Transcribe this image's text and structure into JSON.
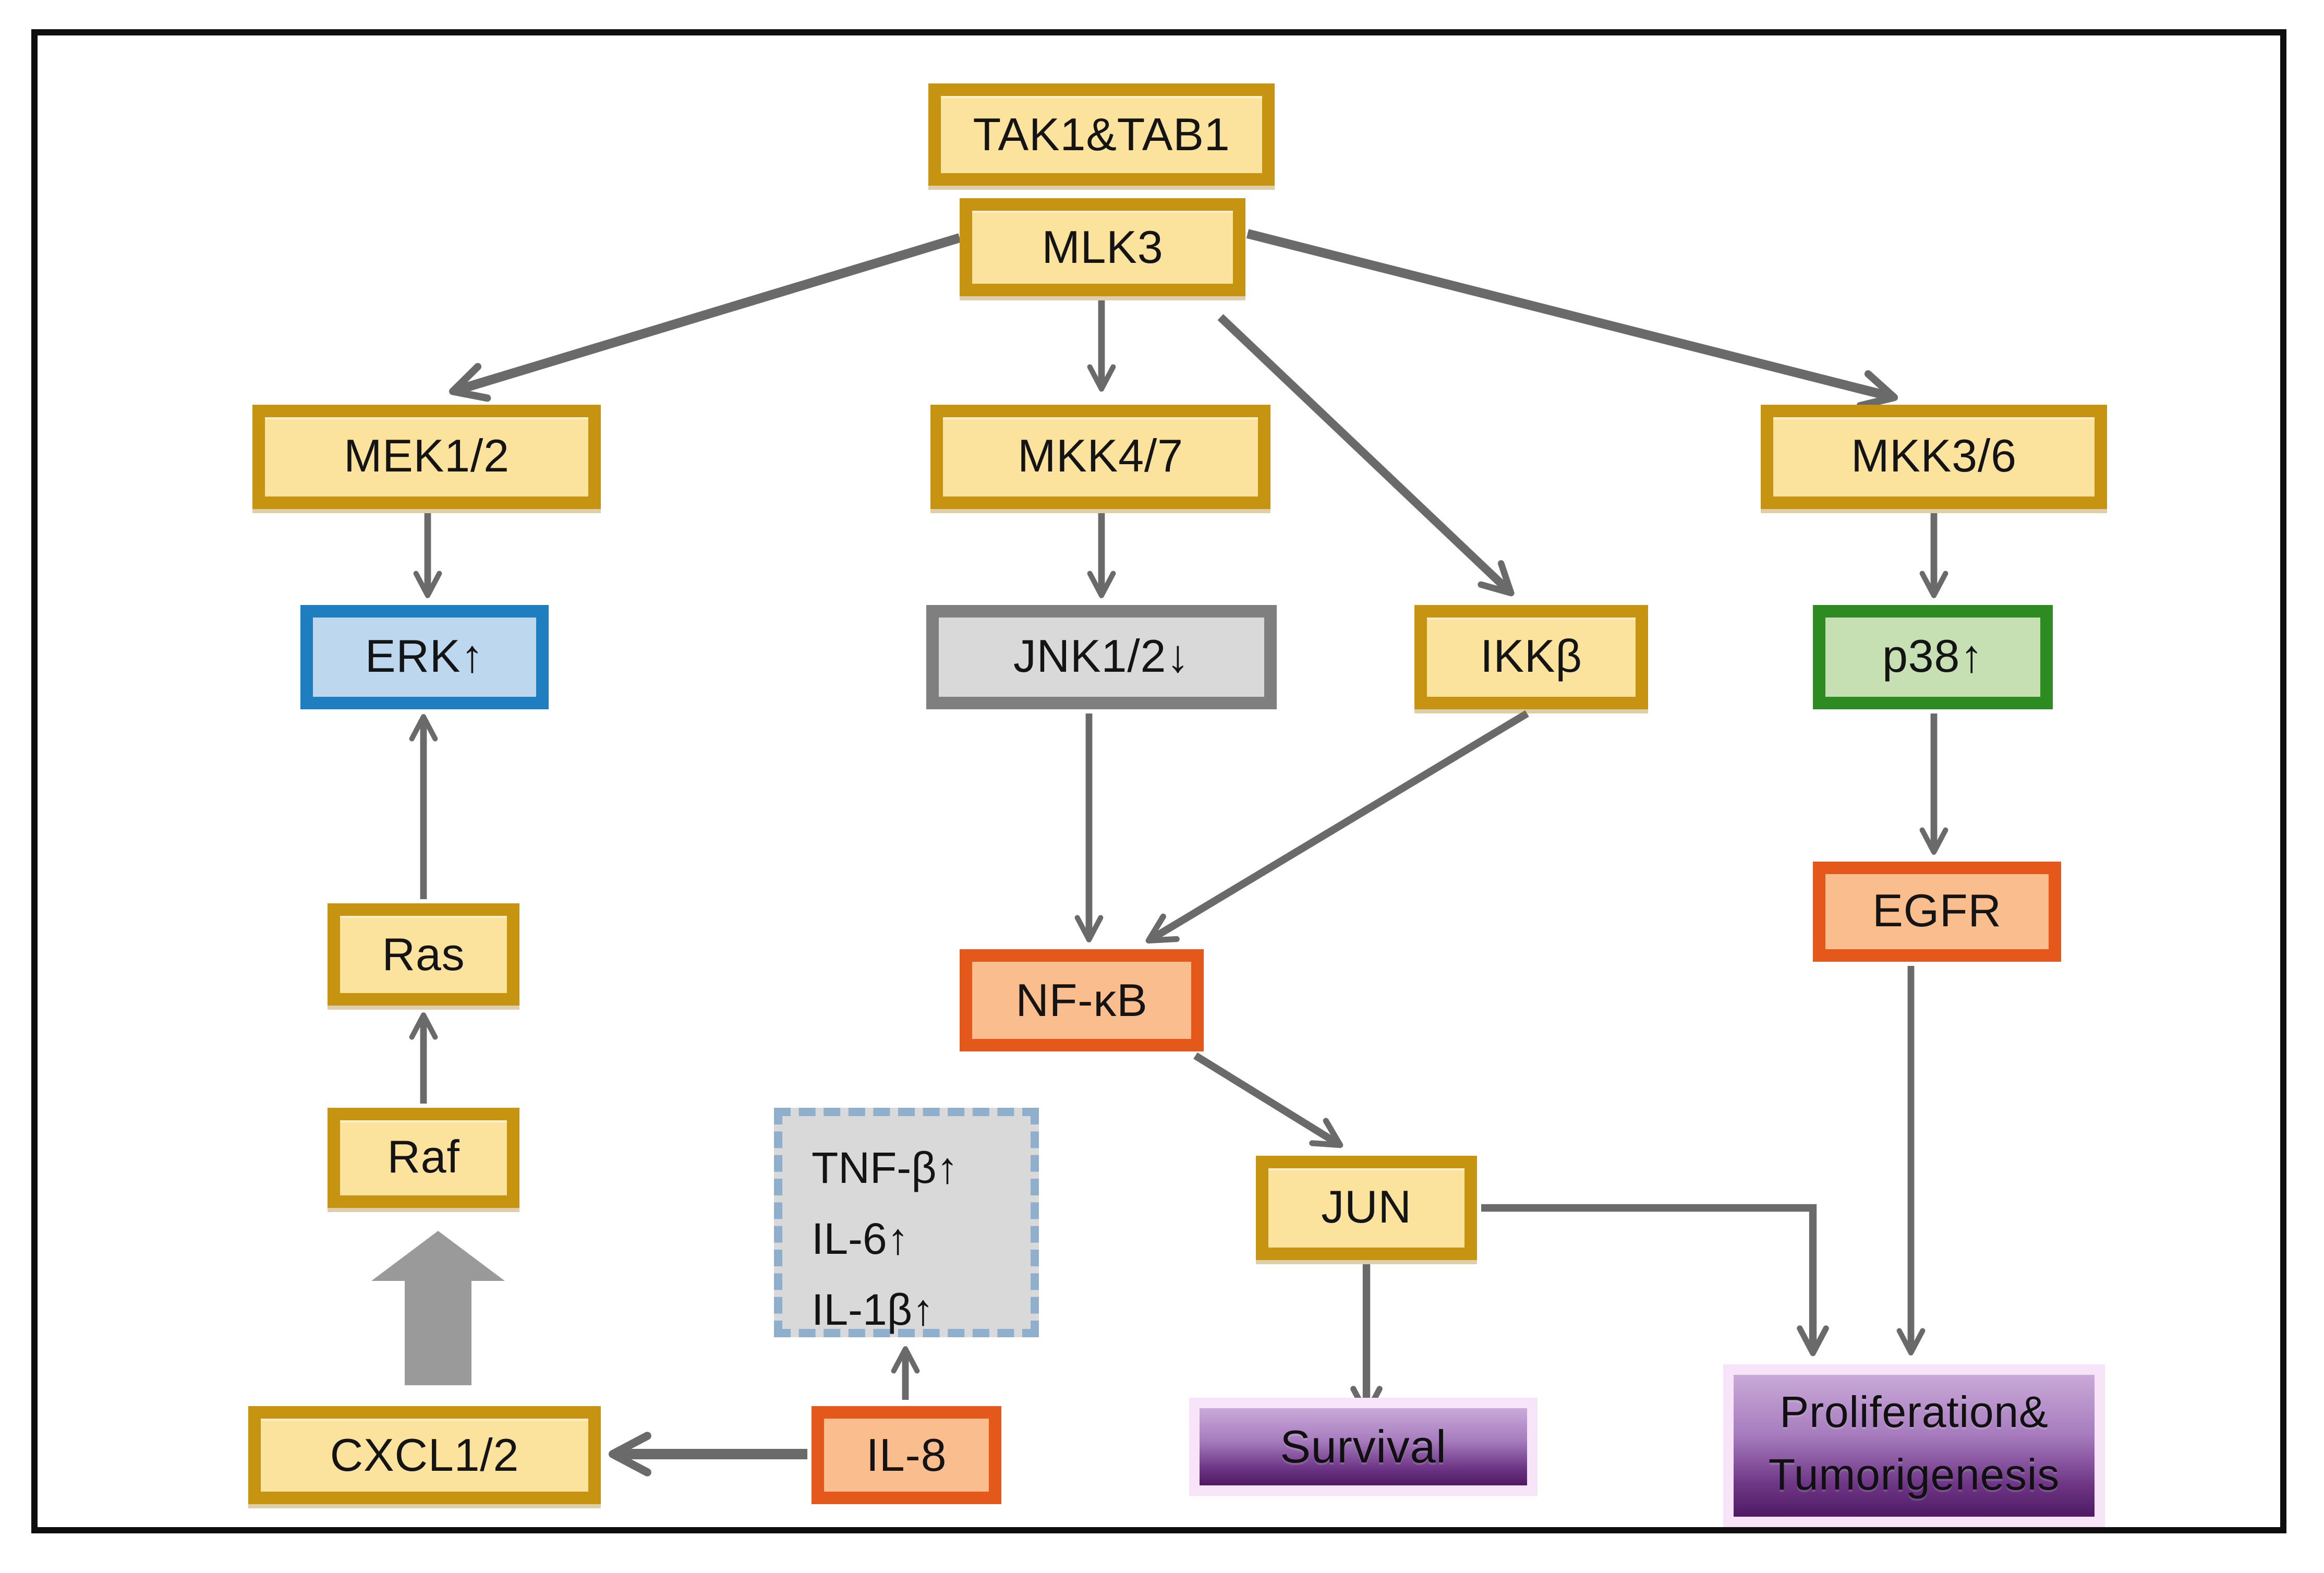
{
  "figure": {
    "type": "signaling-pathway-diagram",
    "background": "#ffffff",
    "frame_color": "#0e0e0e"
  },
  "colors": {
    "arrow": "#6a6a6a",
    "block_arrow": "#9a9a9a",
    "yellow_fill": "#fbe39d",
    "yellow_border": "#c79412",
    "blue_fill": "#bdd7ee",
    "blue_border": "#1e7ec0",
    "gray_fill": "#d9d9d9",
    "gray_border": "#7f7f7f",
    "green_fill": "#c6e0b4",
    "green_border": "#2e8b22",
    "orange_fill": "#fabe8e",
    "orange_border": "#e4581c",
    "purple_gradient_top": "#c9aad8",
    "purple_gradient_bottom": "#4e1a63",
    "purple_glow_border": "#f8e4f8",
    "dashed_box_fill": "#d9d9d9",
    "dashed_box_border": "#8fafcc"
  },
  "nodes": {
    "tak1tab1": {
      "label": "TAK1&TAB1"
    },
    "mlk3": {
      "label": "MLK3"
    },
    "mek12": {
      "label": "MEK1/2"
    },
    "mkk47": {
      "label": "MKK4/7"
    },
    "mkk36": {
      "label": "MKK3/6"
    },
    "erk": {
      "label": "ERK↑"
    },
    "jnk12": {
      "label": "JNK1/2↓"
    },
    "ikkb": {
      "label": "IKKβ"
    },
    "p38": {
      "label": "p38↑"
    },
    "nfkb": {
      "label": "NF-κB"
    },
    "egfr": {
      "label": "EGFR"
    },
    "ras": {
      "label": "Ras"
    },
    "raf": {
      "label": "Raf"
    },
    "jun": {
      "label": "JUN"
    },
    "cxcl12": {
      "label": "CXCL1/2"
    },
    "il8": {
      "label": "IL-8"
    },
    "survival": {
      "label": "Survival"
    },
    "proliferation": {
      "label_line1": "Proliferation&",
      "label_line2": "Tumorigenesis"
    }
  },
  "cytokine_box": {
    "lines": [
      "TNF-β↑",
      "IL-6↑",
      "IL-1β↑"
    ]
  }
}
